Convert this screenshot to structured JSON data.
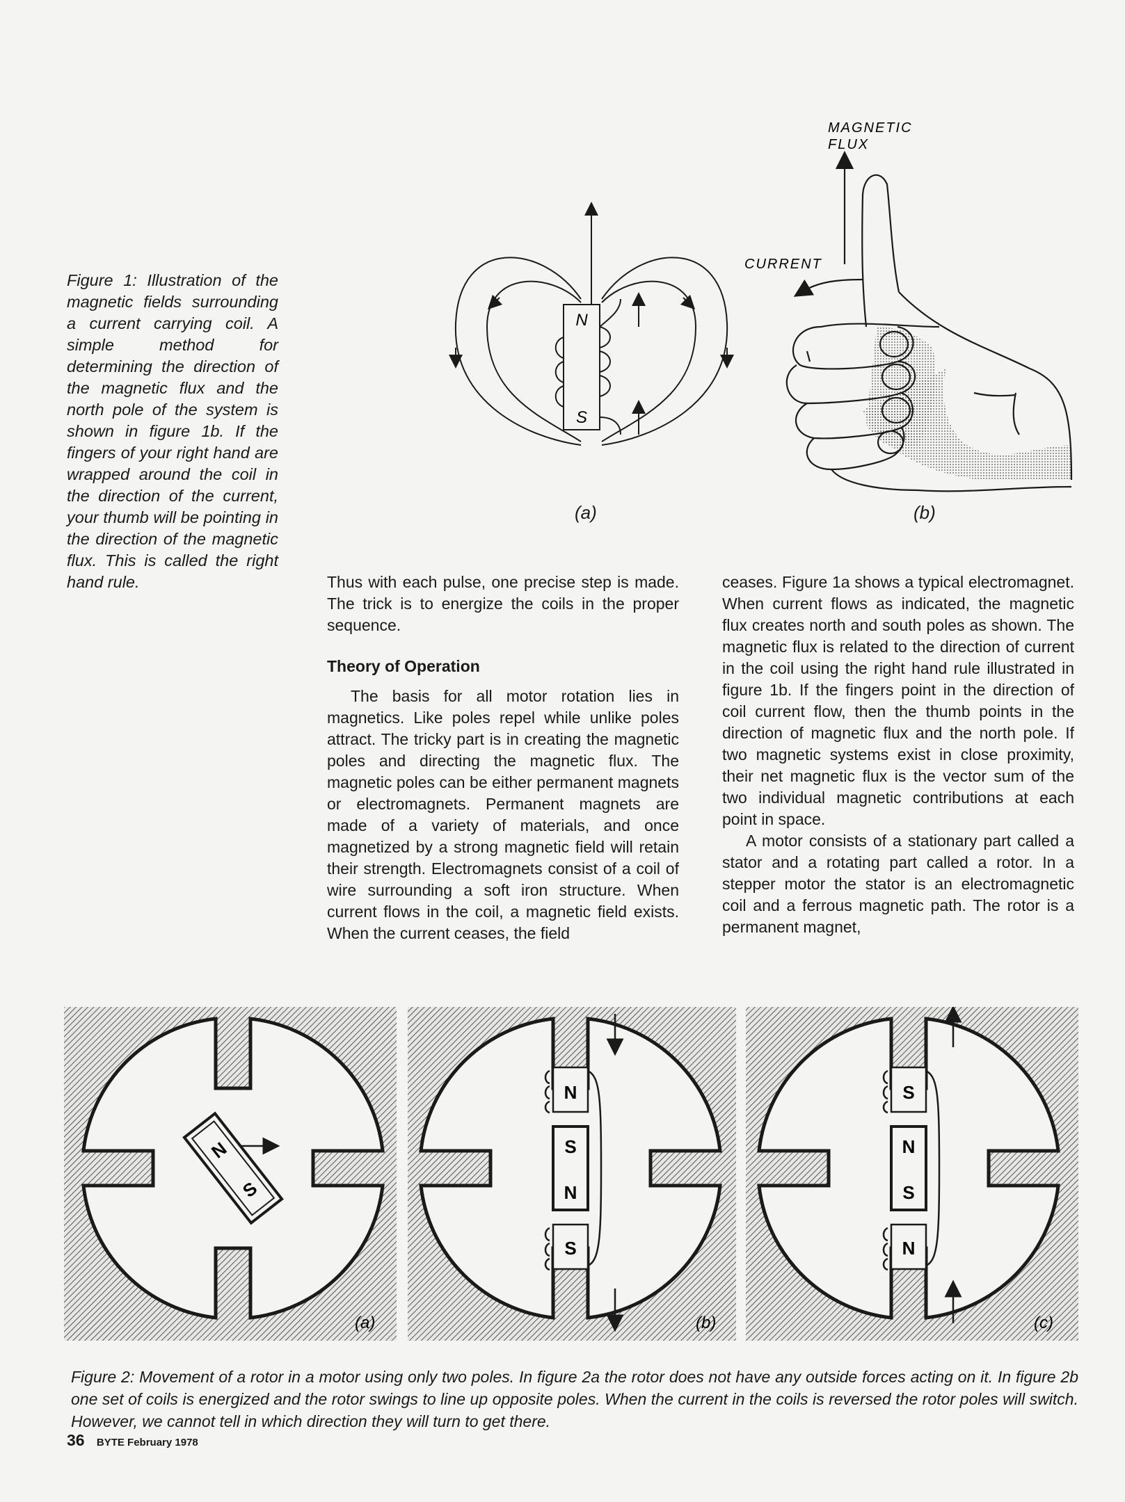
{
  "figure1": {
    "caption": "Figure 1: Illustration of the magnetic fields surrounding a current carrying coil. A simple method for determining the direction of the magnetic flux and the north pole of the system is shown in figure 1b. If the fingers of your right hand are wrapped around the coil in the direction of the current, your thumb will be pointing in the direction of the magnetic flux. This is called the right hand rule.",
    "a": {
      "label": "(a)",
      "north": "N",
      "south": "S"
    },
    "b": {
      "label": "(b)",
      "flux_label_1": "MAGNETIC",
      "flux_label_2": "FLUX",
      "current_label": "CURRENT"
    }
  },
  "article": {
    "col2_p1": "Thus with each pulse, one precise step is made. The trick is to energize the coils in the proper sequence.",
    "heading": "Theory of Operation",
    "col2_p2": "The basis for all motor rotation lies in magnetics. Like poles repel while unlike poles attract. The tricky part is in creating the magnetic poles and directing the magnetic flux. The magnetic poles can be either permanent magnets or electromagnets. Permanent magnets are made of a variety of materials, and once magnetized by a strong magnetic field will retain their strength. Electromagnets consist of a coil of wire surrounding a soft iron structure. When current flows in the coil, a magnetic field exists. When the current ceases, the field",
    "col3_p1": "ceases. Figure 1a shows a typical electromagnet. When current flows as indicated, the magnetic flux creates north and south poles as shown. The magnetic flux is related to the direction of current in the coil using the right hand rule illustrated in figure 1b. If the fingers point in the direction of coil current flow, then the thumb points in the direction of magnetic flux and the north pole. If two magnetic systems exist in close proximity, their net magnetic flux is the vector sum of the two individual magnetic contributions at each point in space.",
    "col3_p2": "A motor consists of a stationary part called a stator and a rotating part called a rotor. In a stepper motor the stator is an electromagnetic coil and a ferrous magnetic path. The rotor is a permanent magnet,"
  },
  "figure2": {
    "caption": "Figure 2: Movement of a rotor in a motor using only two poles. In figure 2a the rotor does not have any outside forces acting on it. In figure 2b one set of coils is energized and the rotor swings to line up opposite poles. When the current in the coils is reversed the rotor poles will switch. However, we cannot tell in which direction they will turn to get there.",
    "panels": [
      {
        "label": "(a)",
        "rotor_top": "N",
        "rotor_bottom": "S"
      },
      {
        "label": "(b)",
        "stator_top": "N",
        "rotor_top": "S",
        "rotor_bottom": "N",
        "stator_bottom": "S"
      },
      {
        "label": "(c)",
        "stator_top": "S",
        "rotor_top": "N",
        "rotor_bottom": "S",
        "stator_bottom": "N"
      }
    ]
  },
  "footer": {
    "page": "36",
    "publication": "BYTE February 1978"
  }
}
